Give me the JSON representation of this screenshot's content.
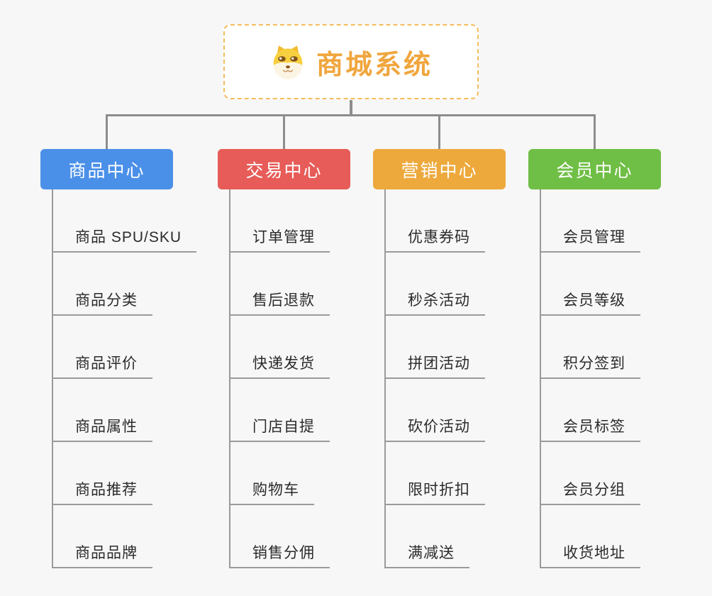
{
  "root": {
    "title": "商城系统",
    "icon": "shiba-dog-icon",
    "text_color": "#f0a63e",
    "border_color": "#f3bd5e"
  },
  "colors": {
    "background": "#f7f7f7",
    "connector": "#8d8d8d",
    "leaf_line": "#9a9a9a"
  },
  "branches": [
    {
      "label": "商品中心",
      "color": "#4b90e8",
      "items": [
        "商品 SPU/SKU",
        "商品分类",
        "商品评价",
        "商品属性",
        "商品推荐",
        "商品品牌"
      ]
    },
    {
      "label": "交易中心",
      "color": "#e75c58",
      "items": [
        "订单管理",
        "售后退款",
        "快递发货",
        "门店自提",
        "购物车",
        "销售分佣"
      ]
    },
    {
      "label": "营销中心",
      "color": "#eda93c",
      "items": [
        "优惠券码",
        "秒杀活动",
        "拼团活动",
        "砍价活动",
        "限时折扣",
        "满减送"
      ]
    },
    {
      "label": "会员中心",
      "color": "#6fbe45",
      "items": [
        "会员管理",
        "会员等级",
        "积分签到",
        "会员标签",
        "会员分组",
        "收货地址"
      ]
    }
  ]
}
